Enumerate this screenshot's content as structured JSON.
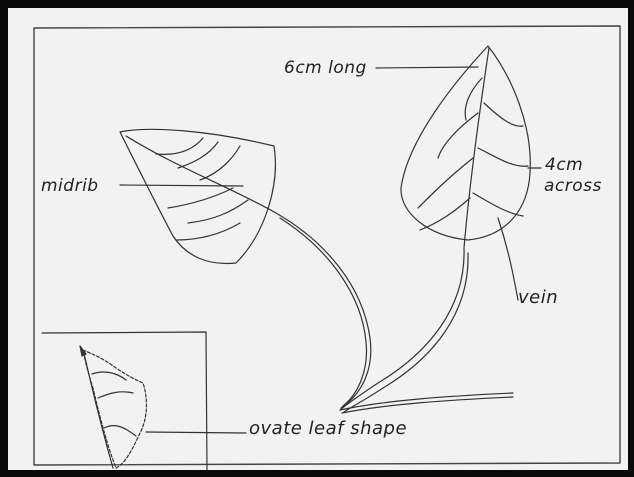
{
  "labels": {
    "length": "6cm long",
    "midrib": "midrib",
    "width_line1": "4cm",
    "width_line2": "across",
    "vein": "vein",
    "shape": "ovate leaf shape"
  },
  "colors": {
    "background_border": "#0a0a0a",
    "paper": "#f2f2f2",
    "pencil": "#333333"
  }
}
